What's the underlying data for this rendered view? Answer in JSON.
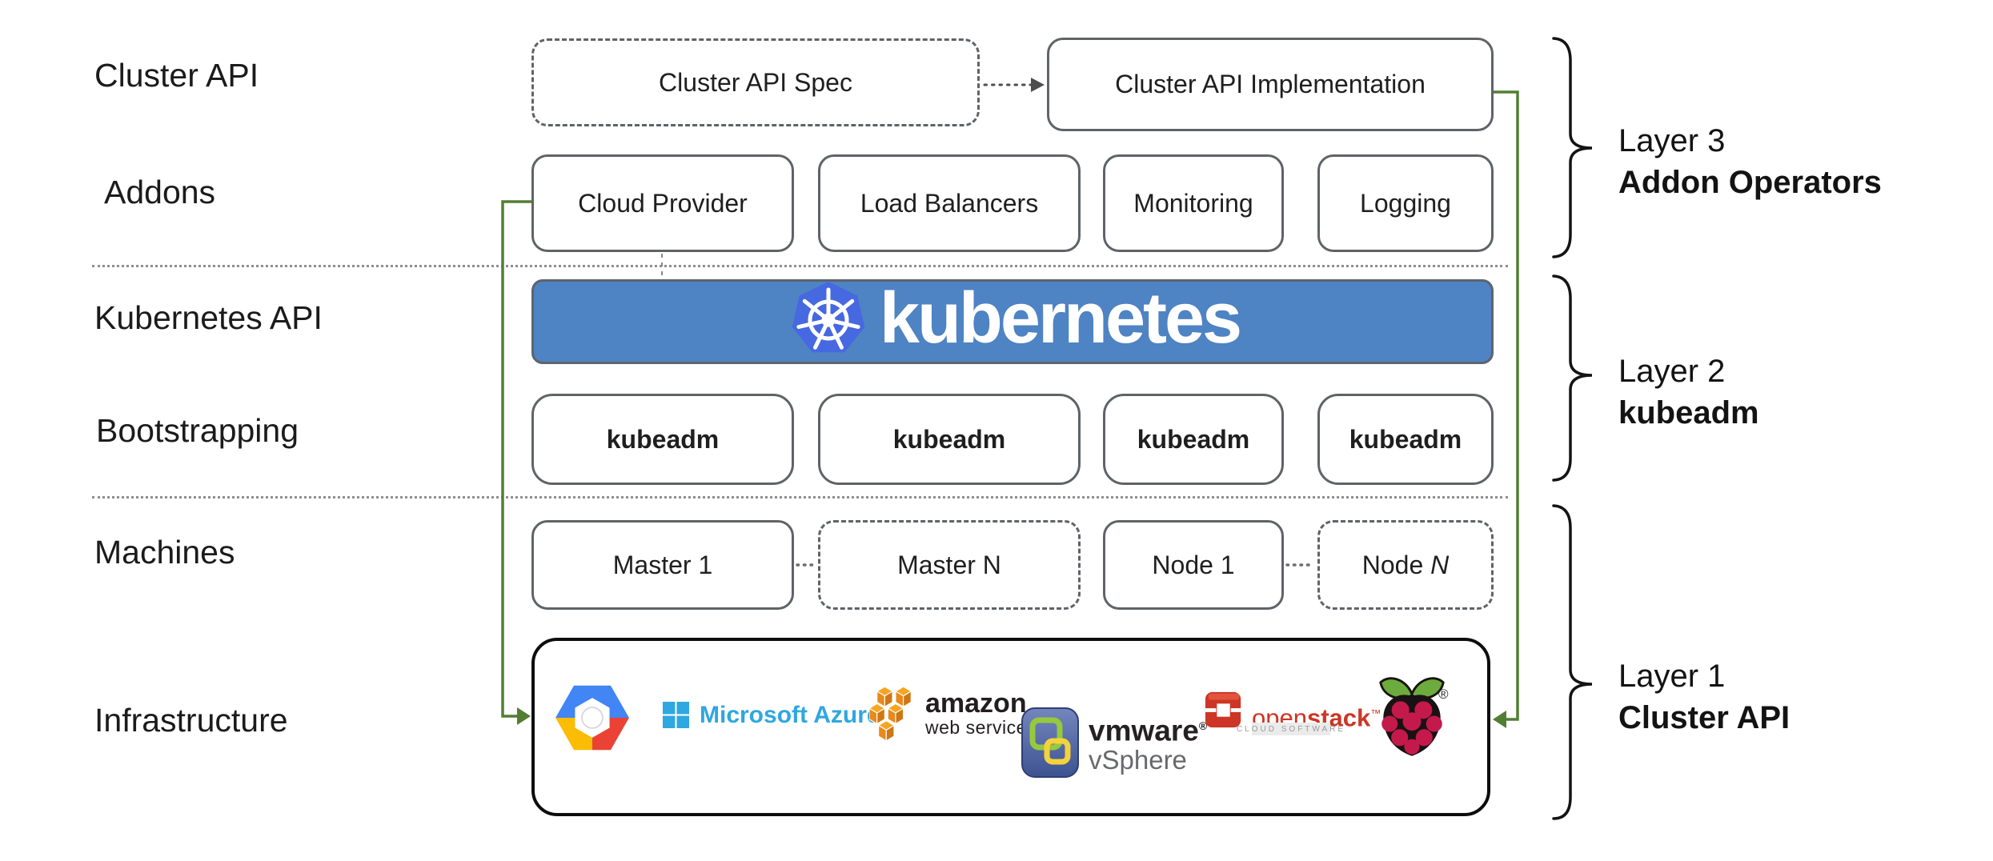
{
  "row_labels": [
    {
      "label": "Cluster API"
    },
    {
      "label": "Addons"
    },
    {
      "label": "Kubernetes API"
    },
    {
      "label": "Bootstrapping"
    },
    {
      "label": "Machines"
    },
    {
      "label": "Infrastructure"
    }
  ],
  "top_row": {
    "spec": "Cluster API Spec",
    "implementation": "Cluster API Implementation"
  },
  "addons_row": [
    "Cloud Provider",
    "Load Balancers",
    "Monitoring",
    "Logging"
  ],
  "banner": {
    "wordmark": "kubernetes",
    "fill": "#4e83c4",
    "logo_hex": "#4668e0"
  },
  "bootstrapping_row": [
    "kubeadm",
    "kubeadm",
    "kubeadm",
    "kubeadm"
  ],
  "machines_row": [
    {
      "label": "Master 1"
    },
    {
      "label": "Master N"
    },
    {
      "label": "Node 1"
    },
    {
      "prefix": "Node ",
      "n": "N"
    }
  ],
  "layer_brackets": [
    {
      "title": "Layer 3",
      "subtitle": "Addon Operators"
    },
    {
      "title": "Layer 2",
      "subtitle": "kubeadm"
    },
    {
      "title": "Layer 1",
      "subtitle": "Cluster API"
    }
  ],
  "infrastructure_logos": {
    "azure": {
      "text": "Microsoft Azure"
    },
    "aws": {
      "line1": "amazon",
      "line2": "web services"
    },
    "vmware": {
      "line1": "vmware",
      "reg": "®",
      "line2": "vSphere"
    },
    "openstack": {
      "word_light": "open",
      "word_bold": "stack",
      "tm": "™",
      "subtext": "CLOUD SOFTWARE"
    },
    "raspberry_pi": {
      "reg": "®"
    }
  },
  "colors": {
    "arrow_green": "#527e33",
    "box_border": "#5f6368",
    "banner_blue": "#4e83c4",
    "azure_blue": "#2fa7e0",
    "aws_orange": "#e8891c",
    "openstack_red": "#cd3626",
    "raspberry_crimson": "#c31a4b",
    "leaf_green": "#6cab3d",
    "gcp_blue": "#4285f4",
    "gcp_red": "#ea4335",
    "gcp_yellow": "#fbbc05",
    "separator_gray": "#8f8f8f"
  }
}
